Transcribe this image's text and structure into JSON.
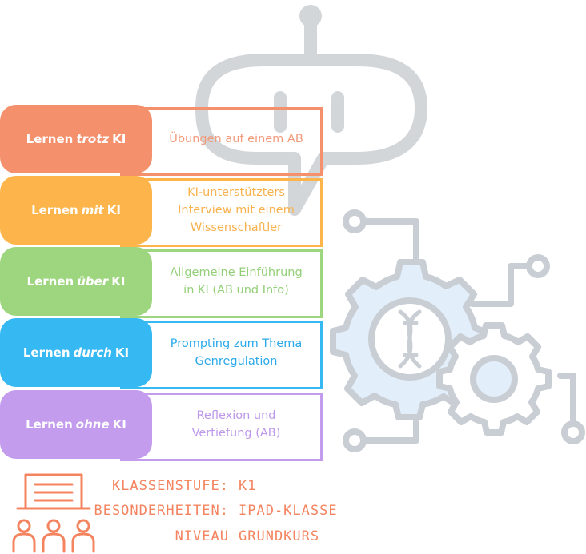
{
  "rows": [
    {
      "prefix": "Lernen",
      "em": "trotz",
      "suffix": "KI",
      "desc": "Übungen auf einem AB",
      "color": "#f5906c",
      "text_color": "#f29a7a"
    },
    {
      "prefix": "Lernen",
      "em": "mit",
      "suffix": "KI",
      "desc": "KI-unterstützters\nInterview mit einem\nWissenschaftler",
      "color": "#fdb54b",
      "text_color": "#f8b24e"
    },
    {
      "prefix": "Lernen",
      "em": "über",
      "suffix": "KI",
      "desc": "Allgemeine Einführung\nin KI (AB und Info)",
      "color": "#9ed67f",
      "text_color": "#93cf78"
    },
    {
      "prefix": "Lernen",
      "em": "durch",
      "suffix": "KI",
      "desc": "Prompting zum Thema\nGenregulation",
      "color": "#36b8f2",
      "text_color": "#2aa9ea"
    },
    {
      "prefix": "Lernen",
      "em": "ohne",
      "suffix": "KI",
      "desc": "Reflexion und\nVertiefung (AB)",
      "color": "#c49ced",
      "text_color": "#bd98ea"
    }
  ],
  "info": [
    {
      "key": "Klassenstufe:",
      "value": "K1"
    },
    {
      "key": "Besonderheiten:",
      "value": "iPad-Klasse"
    },
    {
      "key": "Niveau",
      "value": "Grundkurs"
    }
  ],
  "icons": {
    "robot": "robot-chat-icon",
    "gears": "gears-dna-icon",
    "classroom": "classroom-icon"
  },
  "colors": {
    "icon_gray": "#cfd4da",
    "gear_fill": "#e3eefb",
    "info": "#f4845f"
  }
}
